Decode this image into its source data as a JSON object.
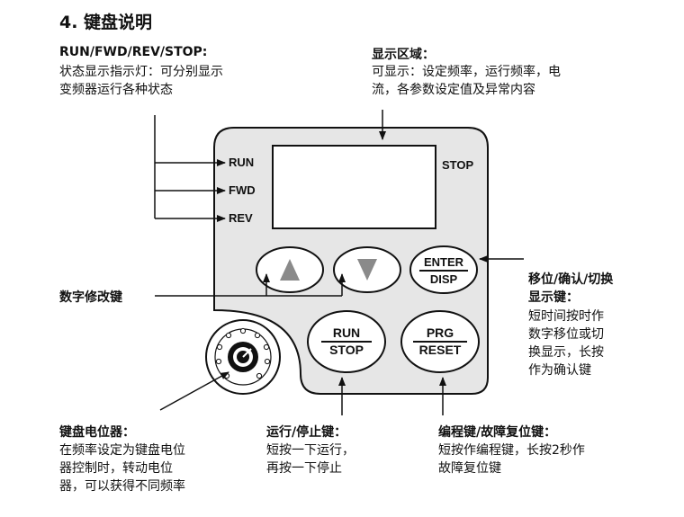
{
  "section_title": "4. 键盘说明",
  "callouts": {
    "indicators": {
      "title": "RUN/FWD/REV/STOP:",
      "lines": [
        "状态显示指示灯：可分别显示",
        "变频器运行各种状态"
      ]
    },
    "display": {
      "title": "显示区域：",
      "lines": [
        "可显示：设定频率，运行频率，电",
        "流，各参数设定值及异常内容"
      ]
    },
    "digit_keys": {
      "title": "数字修改键"
    },
    "enter_disp": {
      "title_lines": [
        "移位/确认/切换",
        "显示键："
      ],
      "lines": [
        "短时间按时作",
        "数字移位或切",
        "换显示，长按",
        "作为确认键"
      ]
    },
    "potentiometer": {
      "title": "键盘电位器：",
      "lines": [
        "在频率设定为键盘电位",
        "器控制时，转动电位",
        "器，可以获得不同频率"
      ]
    },
    "run_stop": {
      "title": "运行/停止键：",
      "lines": [
        "短按一下运行，",
        "再按一下停止"
      ]
    },
    "prg_reset": {
      "title": "编程键/故障复位键：",
      "lines": [
        "短按作编程键，长按2秒作",
        "故障复位键"
      ]
    }
  },
  "panel": {
    "indicators": [
      "RUN",
      "FWD",
      "REV"
    ],
    "stop_indicator": "STOP",
    "keys": {
      "enter": {
        "top": "ENTER",
        "bottom": "DISP"
      },
      "run": {
        "top": "RUN",
        "bottom": "STOP"
      },
      "prg": {
        "top": "PRG",
        "bottom": "RESET"
      }
    },
    "icons": {
      "up": "triangle-up-icon",
      "down": "triangle-down-icon",
      "knob": "potentiometer-knob-icon"
    },
    "colors": {
      "panel_fill": "#e6e6e6",
      "outline": "#111111",
      "arrow_gray": "#8a8a8a"
    }
  }
}
